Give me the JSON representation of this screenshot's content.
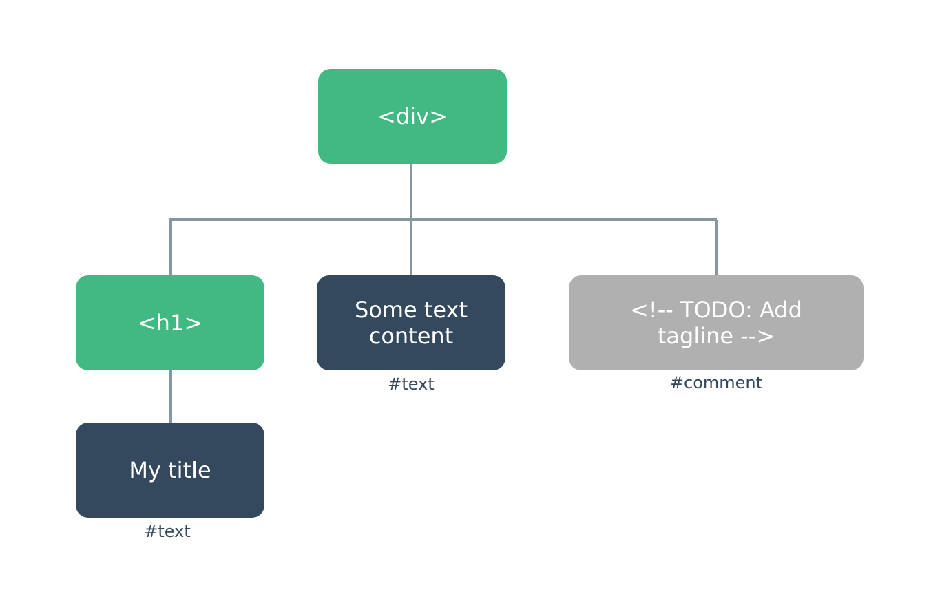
{
  "colors": {
    "element": "#42b883",
    "text": "#35495e",
    "comment": "#b0b0b0",
    "line": "#87979f"
  },
  "nodes": {
    "div": {
      "label": "<div>",
      "kind": "element"
    },
    "h1": {
      "label": "<h1>",
      "kind": "element"
    },
    "some_text": {
      "label": "Some text\ncontent",
      "kind": "text",
      "caption": "#text"
    },
    "comment": {
      "label": "<!-- TODO: Add\ntagline  -->",
      "kind": "comment",
      "caption": "#comment"
    },
    "my_title": {
      "label": "My title",
      "kind": "text",
      "caption": "#text"
    }
  }
}
